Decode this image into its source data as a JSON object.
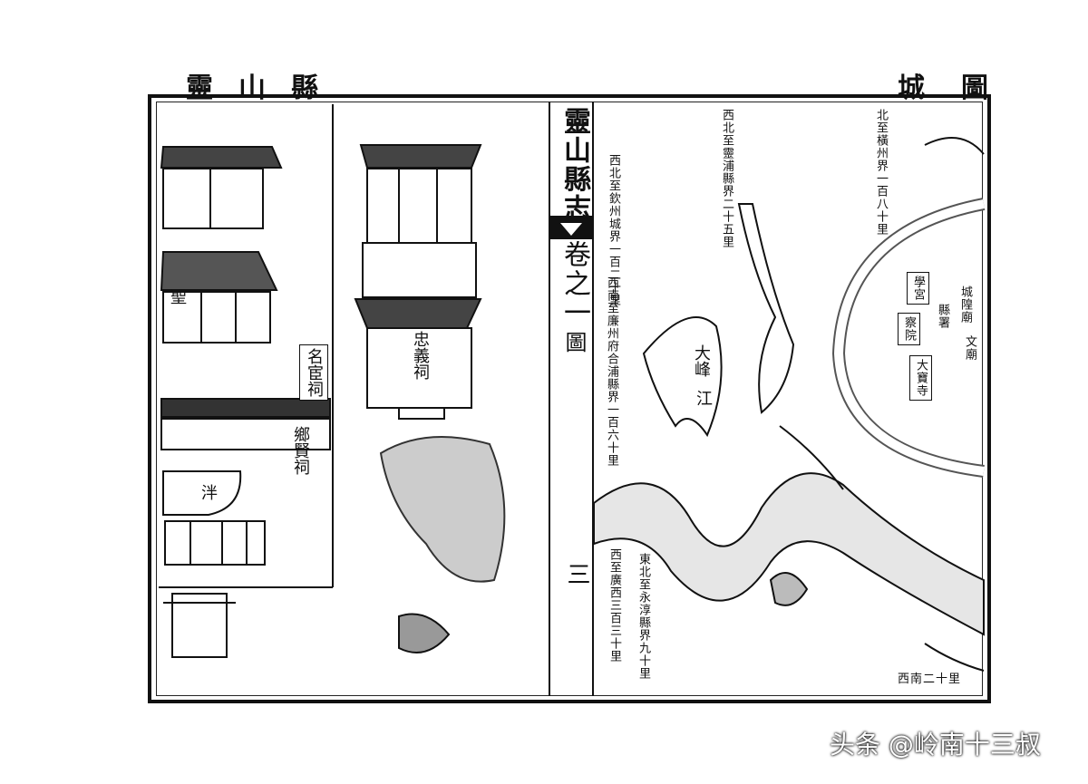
{
  "header": {
    "left": "靈山縣",
    "right": "城圖"
  },
  "spine": {
    "title": "靈山縣志",
    "volume": "卷之一",
    "section": "圖",
    "page": "三"
  },
  "left_page": {
    "temple_sign": "鄉賢祠",
    "gate_sign": "名宦祠",
    "pavilion_sign": "聖",
    "pond_sign": "泮",
    "shrine_label": "忠義祠"
  },
  "map": {
    "river_label": "江",
    "peak_label": "大峰",
    "distance_notes": [
      "西北至靈浦縣界二十五里",
      "西北至欽州城界一百二十里",
      "西南至廉州府合浦縣界一百六十里",
      "北至橫州界一百八十里",
      "西至廣西三百三十里"
    ],
    "city_buildings": [
      "學宮",
      "縣署",
      "察院",
      "文廟",
      "大寶寺",
      "城隍廟"
    ],
    "bottom_left": "東北至永淳縣界九十里",
    "corner_label": "西南二十里"
  },
  "watermark": {
    "text": "头条 @岭南十三叔"
  }
}
